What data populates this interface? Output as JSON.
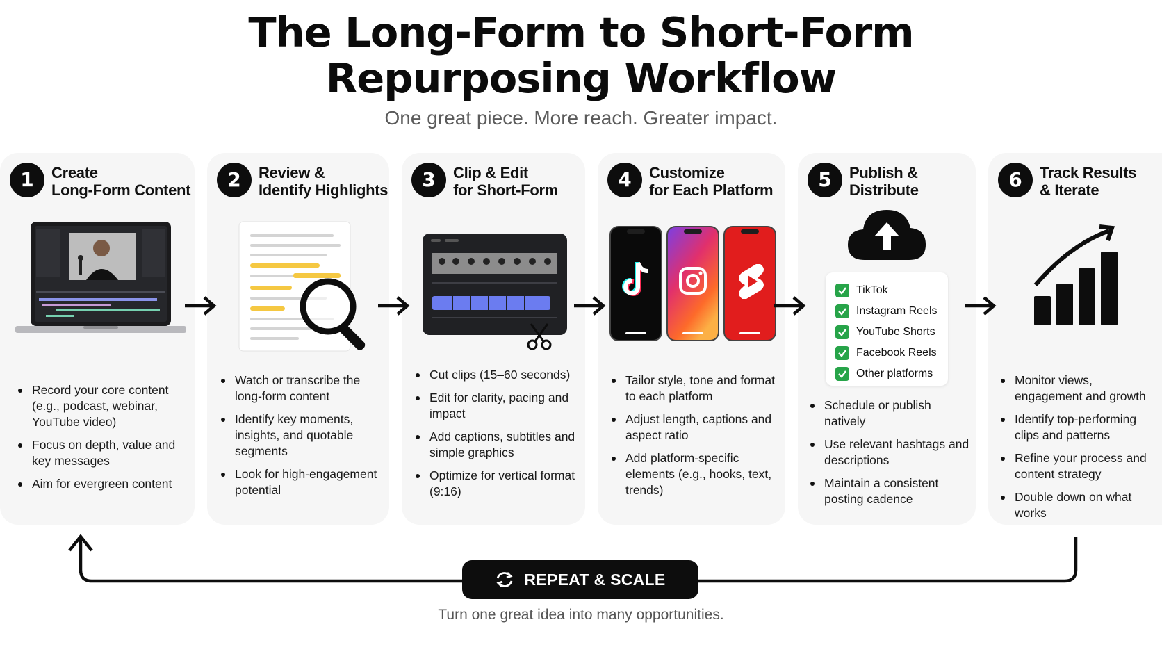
{
  "header": {
    "title_line1": "The Long-Form to Short-Form",
    "title_line2": "Repurposing Workflow",
    "subtitle": "One great piece. More reach. Greater impact."
  },
  "steps": [
    {
      "number": "1",
      "title_line1": "Create",
      "title_line2": "Long-Form Content",
      "bullets": [
        "Record your core content (e.g., podcast, webinar, YouTube video)",
        "Focus on depth, value and key messages",
        "Aim for evergreen content"
      ]
    },
    {
      "number": "2",
      "title_line1": "Review &",
      "title_line2": "Identify Highlights",
      "bullets": [
        "Watch or transcribe the long-form content",
        "Identify key moments, insights, and quotable segments",
        "Look for high-engagement potential"
      ]
    },
    {
      "number": "3",
      "title_line1": "Clip & Edit",
      "title_line2": "for Short-Form",
      "bullets": [
        "Cut clips (15–60 seconds)",
        "Edit for clarity, pacing and impact",
        "Add captions, subtitles and simple graphics",
        "Optimize for vertical format (9:16)"
      ]
    },
    {
      "number": "4",
      "title_line1": "Customize",
      "title_line2": "for Each Platform",
      "bullets": [
        "Tailor style, tone and format to each platform",
        "Adjust length, captions and aspect ratio",
        "Add platform-specific elements (e.g., hooks, text, trends)"
      ]
    },
    {
      "number": "5",
      "title_line1": "Publish &",
      "title_line2": "Distribute",
      "bullets": [
        "Schedule or publish natively",
        "Use relevant hashtags and descriptions",
        "Maintain a consistent posting cadence"
      ]
    },
    {
      "number": "6",
      "title_line1": "Track Results",
      "title_line2": "& Iterate",
      "bullets": [
        "Monitor views, engagement and growth",
        "Identify top-performing clips and patterns",
        "Refine your process and content strategy",
        "Double down on what works"
      ]
    }
  ],
  "platforms": [
    "TikTok",
    "Instagram Reels",
    "YouTube Shorts",
    "Facebook Reels",
    "Other platforms"
  ],
  "icons": {
    "step1": "laptop-editor-icon",
    "step2": "document-magnifier-icon",
    "step3": "video-timeline-scissors-icon",
    "step4": [
      "tiktok-phone-icon",
      "instagram-phone-icon",
      "youtube-shorts-phone-icon"
    ],
    "step5": "cloud-upload-icon",
    "step6": "growth-chart-icon",
    "loop": "refresh-icon"
  },
  "colors": {
    "card_bg": "#f6f6f6",
    "check_green": "#27a449",
    "highlight_yellow": "#f5c842",
    "clip_blue": "#6b7cf0",
    "youtube_red": "#e11d1d"
  },
  "loop": {
    "button_label": "REPEAT & SCALE",
    "tagline": "Turn one great idea into many opportunities."
  }
}
